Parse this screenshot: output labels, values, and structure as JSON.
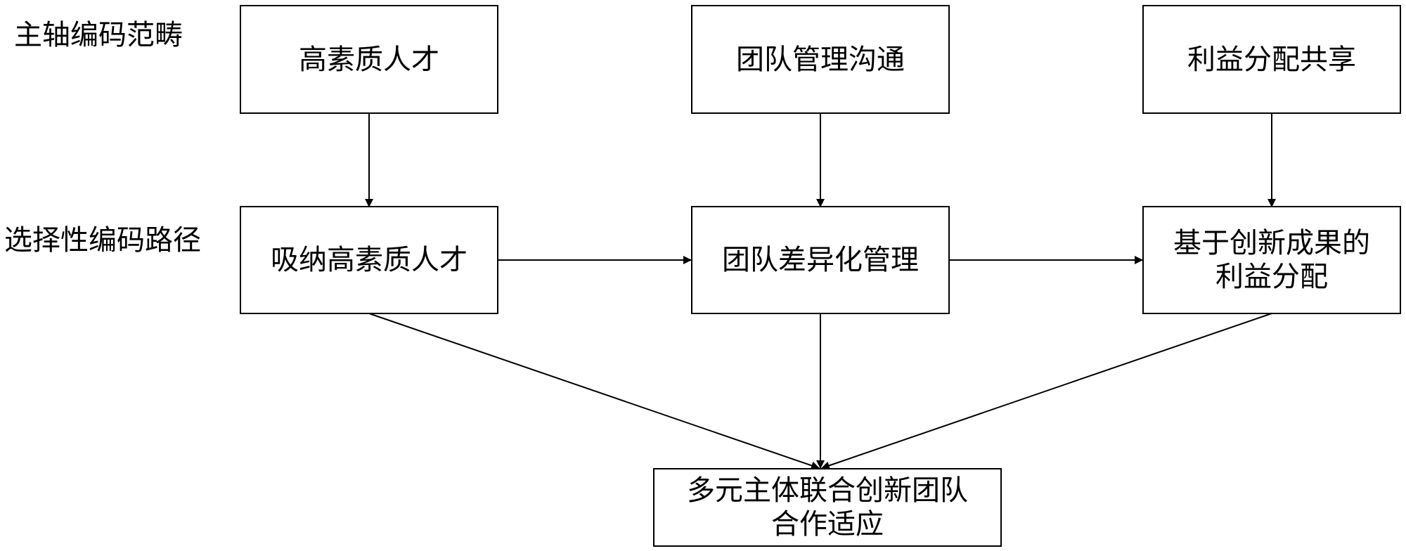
{
  "row_labels": {
    "axial_coding": "主轴编码范畴",
    "selective_coding": "选择性编码路径"
  },
  "axial_boxes": {
    "talent": "高素质人才",
    "team_communication": "团队管理沟通",
    "benefit_sharing": "利益分配共享"
  },
  "selective_boxes": {
    "absorb_talent": "吸纳高素质人才",
    "differentiated_management": "团队差异化管理",
    "innovation_benefit": "基于创新成果的\n利益分配"
  },
  "outcome_box": {
    "label": "多元主体联合创新团队\n合作适应"
  },
  "style": {
    "line_color": "#000000",
    "box_border_color": "#000000",
    "background_color": "#ffffff"
  }
}
